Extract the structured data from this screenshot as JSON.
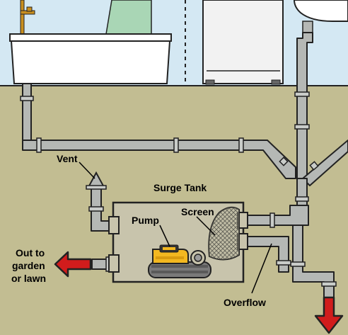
{
  "labels": {
    "vent": "Vent",
    "surge_tank": "Surge Tank",
    "screen": "Screen",
    "pump": "Pump",
    "out_line1": "Out to",
    "out_line2": "garden",
    "out_line3": "or lawn",
    "overflow": "Overflow"
  },
  "colors": {
    "sky": "#d4e8f3",
    "ground": "#c2bd92",
    "pipe": "#b5b8b5",
    "tank": "#c8c4ac",
    "arrow_red": "#d11c1c",
    "pump_yellow": "#f3b820",
    "window_green": "#a9d6b5"
  }
}
